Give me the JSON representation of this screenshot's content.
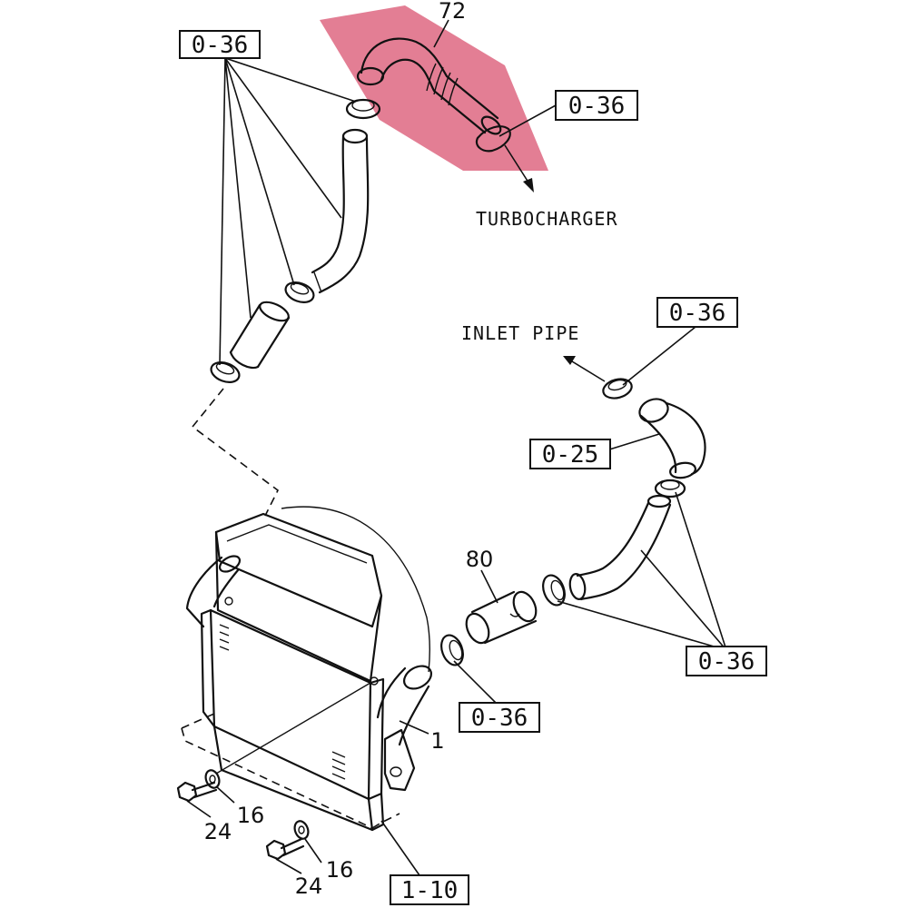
{
  "highlight_color": "#e07088",
  "callouts": {
    "c1": "0-36",
    "c2": "0-36",
    "c3": "0-36",
    "c4": "0-25",
    "c5": "0-36",
    "c6": "0-36",
    "c7": "1-10"
  },
  "part_numbers": {
    "p72": "72",
    "p80": "80",
    "p1": "1",
    "p16a": "16",
    "p16b": "16",
    "p24a": "24",
    "p24b": "24"
  },
  "destinations": {
    "turbocharger": "TURBOCHARGER",
    "inlet_pipe": "INLET PIPE"
  }
}
